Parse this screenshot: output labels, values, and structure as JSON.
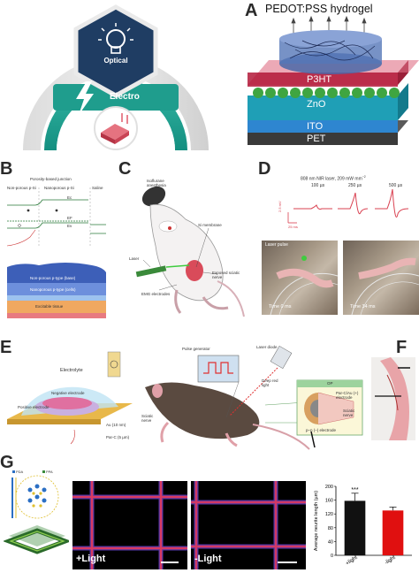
{
  "panels": {
    "hero": {
      "top_label": "Optical",
      "bottom_label": "Electro"
    },
    "A": {
      "label": "A",
      "title": "PEDOT:PSS hydrogel",
      "layers": [
        "P3HT",
        "ZnO",
        "ITO",
        "PET"
      ]
    },
    "B": {
      "label": "B",
      "title": "Porosity-based junction",
      "col1": "Non-porous p-Si",
      "col2": "Nanoporous p-Si",
      "col3": "Saline",
      "ec": "Ec",
      "ef": "EF",
      "ev": "Ev",
      "layer_top": "Non-porous p-type (base)",
      "layer_mid": "Nanoporous p-type (cells)",
      "layer_bot": "Excitable tissue"
    },
    "C": {
      "label": "C",
      "anesthesia": "Isoflurane anesthesia",
      "membrane": "Si membrane",
      "laser": "Laser",
      "nerve": "Exposed sciatic nerve",
      "emg": "EMG electrodes"
    },
    "D": {
      "label": "D",
      "title": "808 nm NIR laser, 209 mW mm",
      "title_sup": "−2",
      "durations": [
        "100 µs",
        "250 µs",
        "500 µs"
      ],
      "scale_y": "2.5 mV",
      "scale_x": "25 ms",
      "laser_pulse": "Laser pulse",
      "time1": "Time 0 ms",
      "time2": "Time 34 ms"
    },
    "E": {
      "label": "E",
      "electrolyte": "Electrolyte",
      "neg_electrode": "Negative electrode",
      "pos_electrode": "Positive electrode",
      "au": "Au (10 nm)",
      "parc": "Par-C (5 µm)",
      "pulse_gen": "Pulse generator",
      "laser_diode": "Laser diode",
      "deep_red": "Deep red light",
      "sciatic": "Sciatic nerve",
      "cuff": "OP",
      "cuff_label1": "Par-C/Au (+) electrode",
      "cuff_label2": "Sciatic nerve",
      "cuff_label3": "p–n (–) electrode"
    },
    "F": {
      "label": "F"
    },
    "G": {
      "label": "G",
      "legend_items": [
        "PDA",
        "PPA"
      ],
      "img1_label": "+Light",
      "img2_label": "-Light"
    }
  },
  "chart_data": {
    "type": "bar",
    "categories": [
      "+light",
      "-light"
    ],
    "values": [
      158,
      130
    ],
    "errors": [
      22,
      10
    ],
    "ylabel": "Average neurite length (µm)",
    "ylim": [
      0,
      200
    ],
    "yticks": [
      0,
      40,
      80,
      120,
      160,
      200
    ],
    "significance": "***",
    "colors": [
      "#111111",
      "#e01010"
    ]
  }
}
